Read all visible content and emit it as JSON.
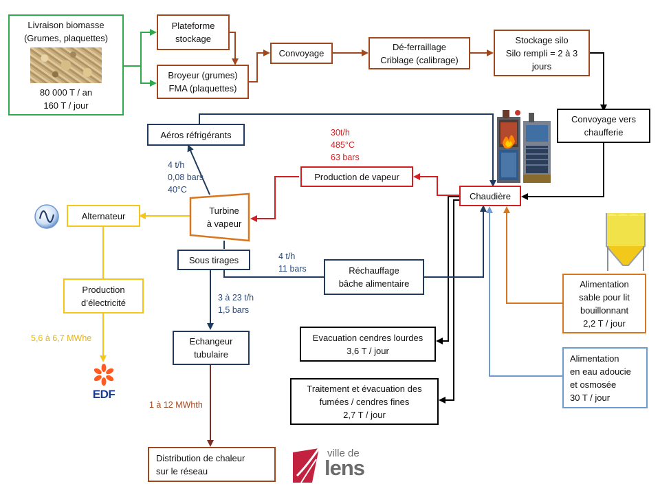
{
  "nodes": {
    "livraison": {
      "line1": "Livraison biomasse",
      "line2": "(Grumes, plaquettes)",
      "line3": "80 000 T / an",
      "line4": "160 T / jour"
    },
    "plateforme": {
      "line1": "Plateforme",
      "line2": "stockage"
    },
    "broyeur": {
      "line1": "Broyeur (grumes)",
      "line2": "FMA (plaquettes)"
    },
    "convoyage": {
      "line1": "Convoyage"
    },
    "deferraillage": {
      "line1": "Dé-ferraillage",
      "line2": "Criblage (calibrage)"
    },
    "silo": {
      "line1": "Stockage silo",
      "line2": "Silo rempli = 2 à 3",
      "line3": "jours"
    },
    "convoyage_chaufferie": {
      "line1": "Convoyage vers",
      "line2": "chaufferie"
    },
    "aeros": {
      "line1": "Aéros réfrigérants"
    },
    "production_vapeur": {
      "line1": "Production  de vapeur"
    },
    "chaudiere": {
      "line1": "Chaudière"
    },
    "turbine": {
      "line1": "Turbine",
      "line2": "à vapeur"
    },
    "alternateur": {
      "line1": "Alternateur"
    },
    "sous_tirages": {
      "line1": "Sous tirages"
    },
    "rechauffage": {
      "line1": "Réchauffage",
      "line2": "bâche alimentaire"
    },
    "production_elec": {
      "line1": "Production",
      "line2": "d’électricité"
    },
    "echangeur": {
      "line1": "Echangeur",
      "line2": "tubulaire"
    },
    "cendres_lourdes": {
      "line1": "Evacuation cendres lourdes",
      "line2": "3,6 T / jour"
    },
    "fumees": {
      "line1": "Traitement et évacuation des",
      "line2": "fumées / cendres fines",
      "line3": "2,7 T / jour"
    },
    "distribution": {
      "line1": "Distribution de chaleur",
      "line2": "sur le réseau"
    },
    "sable": {
      "line1": "Alimentation",
      "line2": "sable pour lit",
      "line3": "bouillonnant",
      "line4": "2,2 T / jour"
    },
    "eau": {
      "line1": "Alimentation",
      "line2": "en eau adoucie",
      "line3": "et osmosée",
      "line4": "30 T / jour"
    }
  },
  "annotations": {
    "vapeur": {
      "line1": "30t/h",
      "line2": "485°C",
      "line3": "63 bars"
    },
    "aeros_flow": {
      "line1": "4 t/h",
      "line2": "0,08 bars",
      "line3": "40°C"
    },
    "rechauffage_flow": {
      "line1": "4 t/h",
      "line2": "11 bars"
    },
    "echangeur_flow": {
      "line1": "3 à 23 t/h",
      "line2": "1,5 bars"
    },
    "electricite": {
      "line1": "5,6 à 6,7 MWhe"
    },
    "chaleur": {
      "line1": "1 à 12 MWhth"
    }
  },
  "logos": {
    "edf": "EDF",
    "lens_small": "ville de",
    "lens_big": "lens"
  },
  "icons": [
    "wood-chips-image",
    "sine-wave-icon",
    "boiler-image",
    "sand-silo-image",
    "edf-logo",
    "lens-logo"
  ],
  "colors": {
    "green": "#2eaa4a",
    "brown": "#a0471d",
    "red": "#d11f22",
    "navy": "#1e3a5f",
    "yellow": "#f5c518",
    "orange": "#d7761d",
    "blue": "#6b9bd1",
    "black": "#000000"
  }
}
